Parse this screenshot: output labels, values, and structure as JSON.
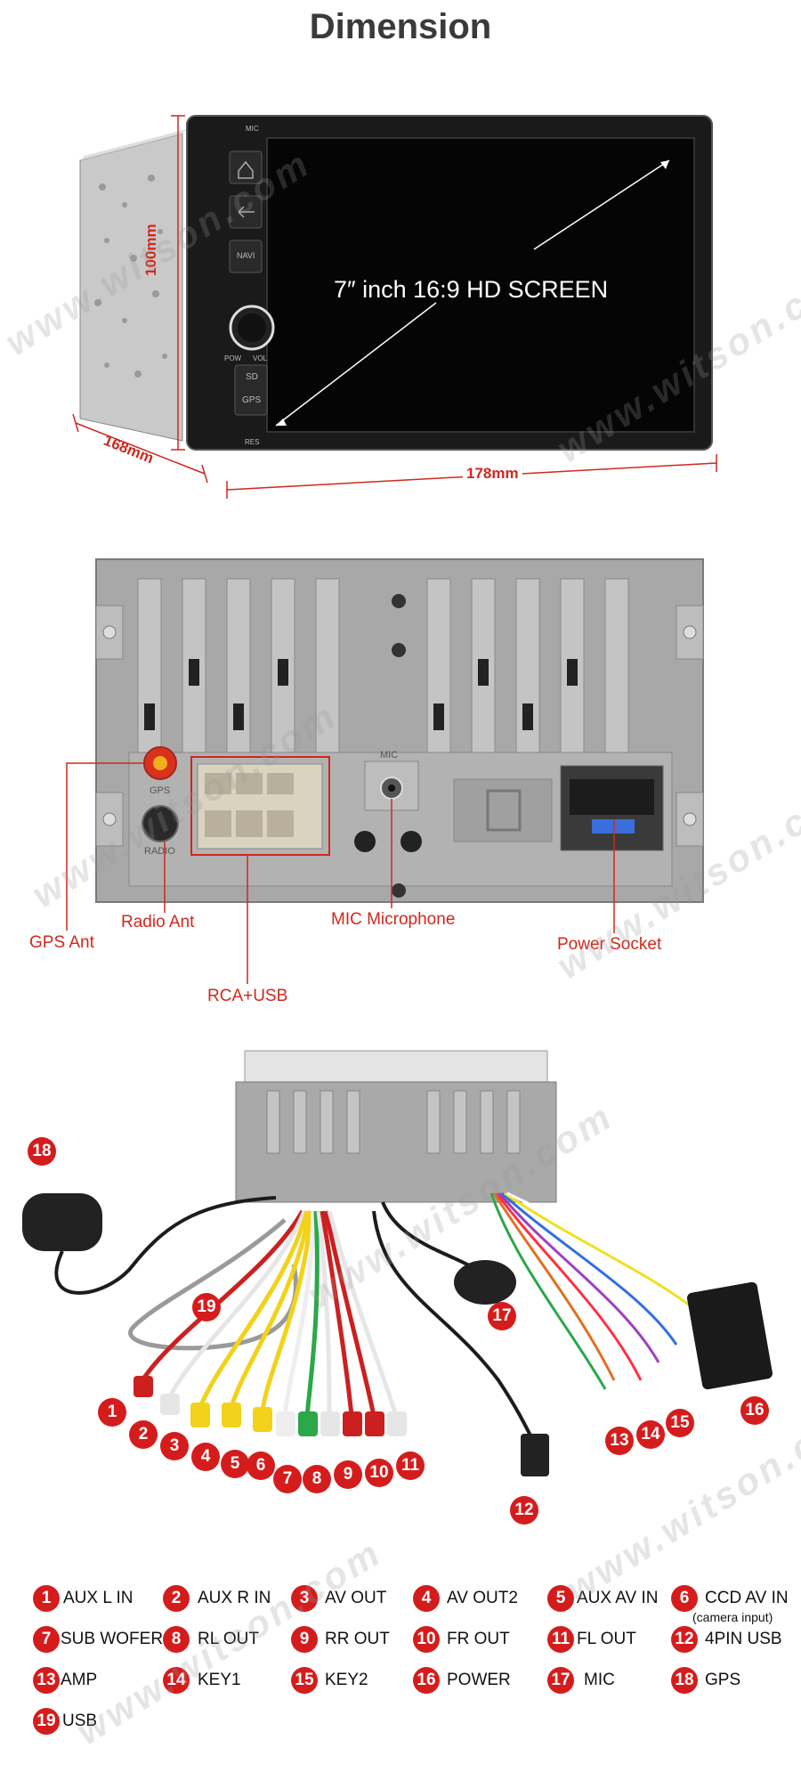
{
  "page": {
    "title": "Dimension",
    "watermark": "www.witson.com"
  },
  "dimension_photo": {
    "screen_text": "7″ inch 16:9 HD SCREEN",
    "height_label": "100mm",
    "depth_label": "168mm",
    "width_label": "178mm",
    "buttons": {
      "mic": "MIC",
      "navi": "NAVI",
      "pow": "POW",
      "vol": "VOL",
      "sd": "SD",
      "gps": "GPS",
      "res": "RES"
    }
  },
  "rear_panel": {
    "gps_print": "GPS",
    "radio_print": "RADIO",
    "mic_print": "MIC",
    "labels": {
      "gps_ant": "GPS Ant",
      "radio_ant": "Radio Ant",
      "mic": "MIC Microphone",
      "power": "Power Socket",
      "rca": "RCA+USB"
    }
  },
  "cable_photo": {
    "callouts": [
      "1",
      "2",
      "3",
      "4",
      "5",
      "6",
      "7",
      "8",
      "9",
      "10",
      "11",
      "12",
      "13",
      "14",
      "15",
      "16",
      "17",
      "18",
      "19"
    ]
  },
  "legend": [
    {
      "num": "1",
      "label": "AUX L IN"
    },
    {
      "num": "2",
      "label": "AUX R IN"
    },
    {
      "num": "3",
      "label": "AV OUT"
    },
    {
      "num": "4",
      "label": "AV OUT2"
    },
    {
      "num": "5",
      "label": "AUX AV IN"
    },
    {
      "num": "6",
      "label": "CCD AV IN",
      "sub": "(camera input)"
    },
    {
      "num": "7",
      "label": "SUB WOFER"
    },
    {
      "num": "8",
      "label": "RL OUT"
    },
    {
      "num": "9",
      "label": "RR OUT"
    },
    {
      "num": "10",
      "label": "FR OUT"
    },
    {
      "num": "11",
      "label": "FL OUT"
    },
    {
      "num": "12",
      "label": "4PIN USB"
    },
    {
      "num": "13",
      "label": "AMP"
    },
    {
      "num": "14",
      "label": "KEY1"
    },
    {
      "num": "15",
      "label": "KEY2"
    },
    {
      "num": "16",
      "label": "POWER"
    },
    {
      "num": "17",
      "label": "MIC"
    },
    {
      "num": "18",
      "label": "GPS"
    },
    {
      "num": "19",
      "label": "USB"
    }
  ],
  "colors": {
    "accent_red": "#d0281d",
    "badge_red": "#d51c1c",
    "panel_gray": "#a8a8a8"
  }
}
